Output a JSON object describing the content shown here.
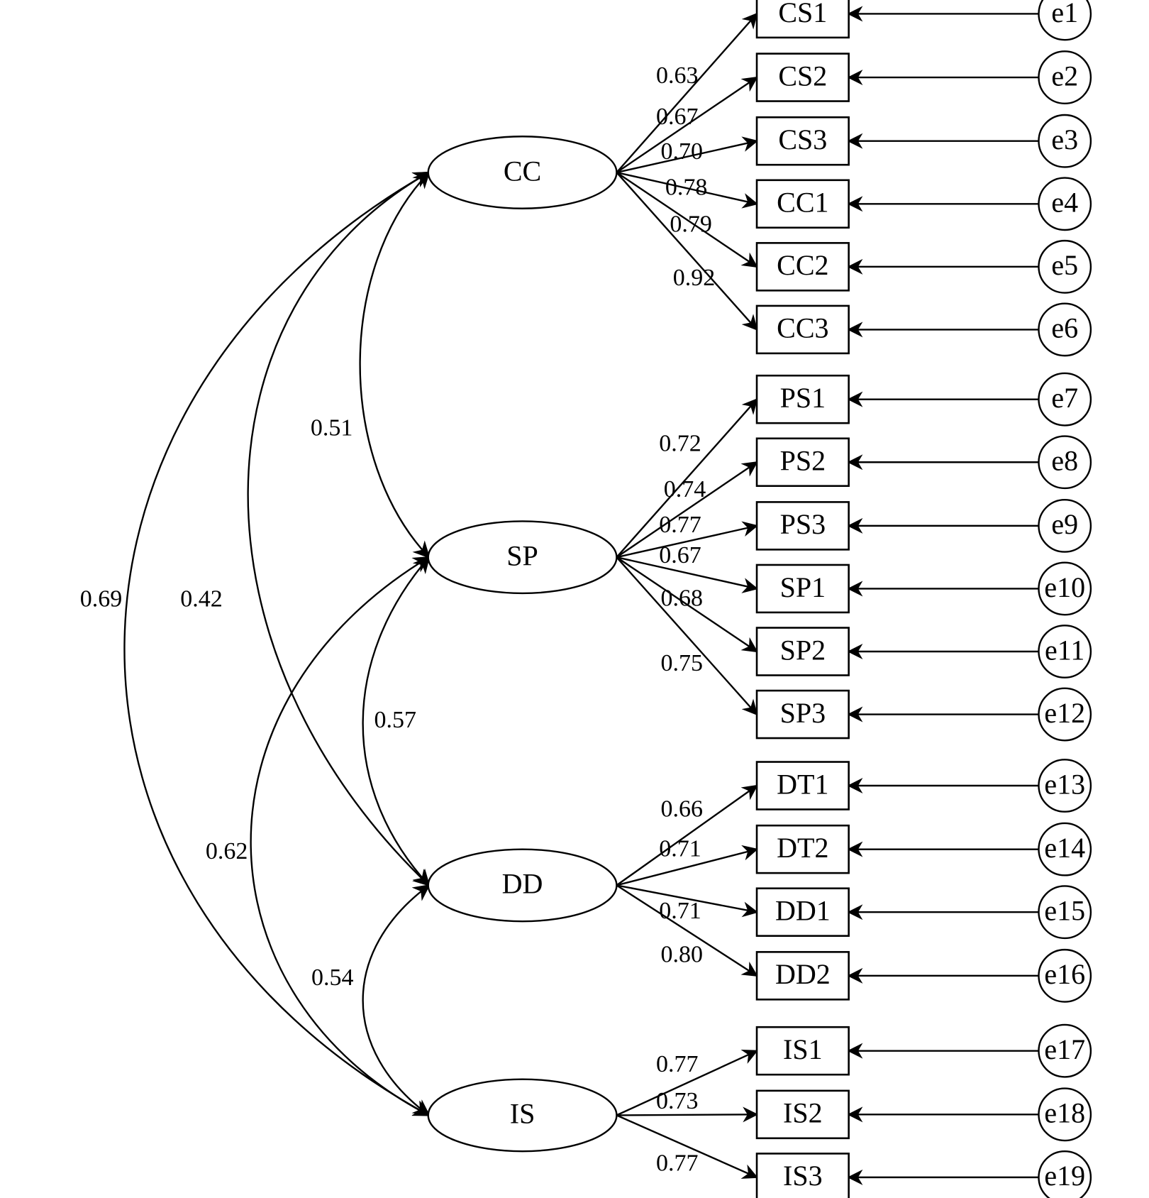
{
  "latents": [
    {
      "id": "CC",
      "label": "CC"
    },
    {
      "id": "SP",
      "label": "SP"
    },
    {
      "id": "DD",
      "label": "DD"
    },
    {
      "id": "IS",
      "label": "IS"
    }
  ],
  "indicators": [
    {
      "id": "CS1",
      "label": "CS1",
      "factor": "CC",
      "loading": "0.63",
      "error": "e1"
    },
    {
      "id": "CS2",
      "label": "CS2",
      "factor": "CC",
      "loading": "0.67",
      "error": "e2"
    },
    {
      "id": "CS3",
      "label": "CS3",
      "factor": "CC",
      "loading": "0.70",
      "error": "e3"
    },
    {
      "id": "CC1",
      "label": "CC1",
      "factor": "CC",
      "loading": "0.78",
      "error": "e4"
    },
    {
      "id": "CC2",
      "label": "CC2",
      "factor": "CC",
      "loading": "0.79",
      "error": "e5"
    },
    {
      "id": "CC3",
      "label": "CC3",
      "factor": "CC",
      "loading": "0.92",
      "error": "e6"
    },
    {
      "id": "PS1",
      "label": "PS1",
      "factor": "SP",
      "loading": "0.72",
      "error": "e7"
    },
    {
      "id": "PS2",
      "label": "PS2",
      "factor": "SP",
      "loading": "0.74",
      "error": "e8"
    },
    {
      "id": "PS3",
      "label": "PS3",
      "factor": "SP",
      "loading": "0.77",
      "error": "e9"
    },
    {
      "id": "SP1",
      "label": "SP1",
      "factor": "SP",
      "loading": "0.67",
      "error": "e10"
    },
    {
      "id": "SP2",
      "label": "SP2",
      "factor": "SP",
      "loading": "0.68",
      "error": "e11"
    },
    {
      "id": "SP3",
      "label": "SP3",
      "factor": "SP",
      "loading": "0.75",
      "error": "e12"
    },
    {
      "id": "DT1",
      "label": "DT1",
      "factor": "DD",
      "loading": "0.66",
      "error": "e13"
    },
    {
      "id": "DT2",
      "label": "DT2",
      "factor": "DD",
      "loading": "0.71",
      "error": "e14"
    },
    {
      "id": "DD1",
      "label": "DD1",
      "factor": "DD",
      "loading": "0.71",
      "error": "e15"
    },
    {
      "id": "DD2",
      "label": "DD2",
      "factor": "DD",
      "loading": "0.80",
      "error": "e16"
    },
    {
      "id": "IS1",
      "label": "IS1",
      "factor": "IS",
      "loading": "0.77",
      "error": "e17"
    },
    {
      "id": "IS2",
      "label": "IS2",
      "factor": "IS",
      "loading": "0.73",
      "error": "e18"
    },
    {
      "id": "IS3",
      "label": "IS3",
      "factor": "IS",
      "loading": "0.77",
      "error": "e19"
    }
  ],
  "correlations": [
    {
      "from": "CC",
      "to": "SP",
      "value": "0.51"
    },
    {
      "from": "SP",
      "to": "DD",
      "value": "0.57"
    },
    {
      "from": "DD",
      "to": "IS",
      "value": "0.54"
    },
    {
      "from": "CC",
      "to": "DD",
      "value": "0.42"
    },
    {
      "from": "SP",
      "to": "IS",
      "value": "0.62"
    },
    {
      "from": "CC",
      "to": "IS",
      "value": "0.69"
    }
  ],
  "colors": {
    "stroke": "#000000",
    "background": "#ffffff"
  }
}
